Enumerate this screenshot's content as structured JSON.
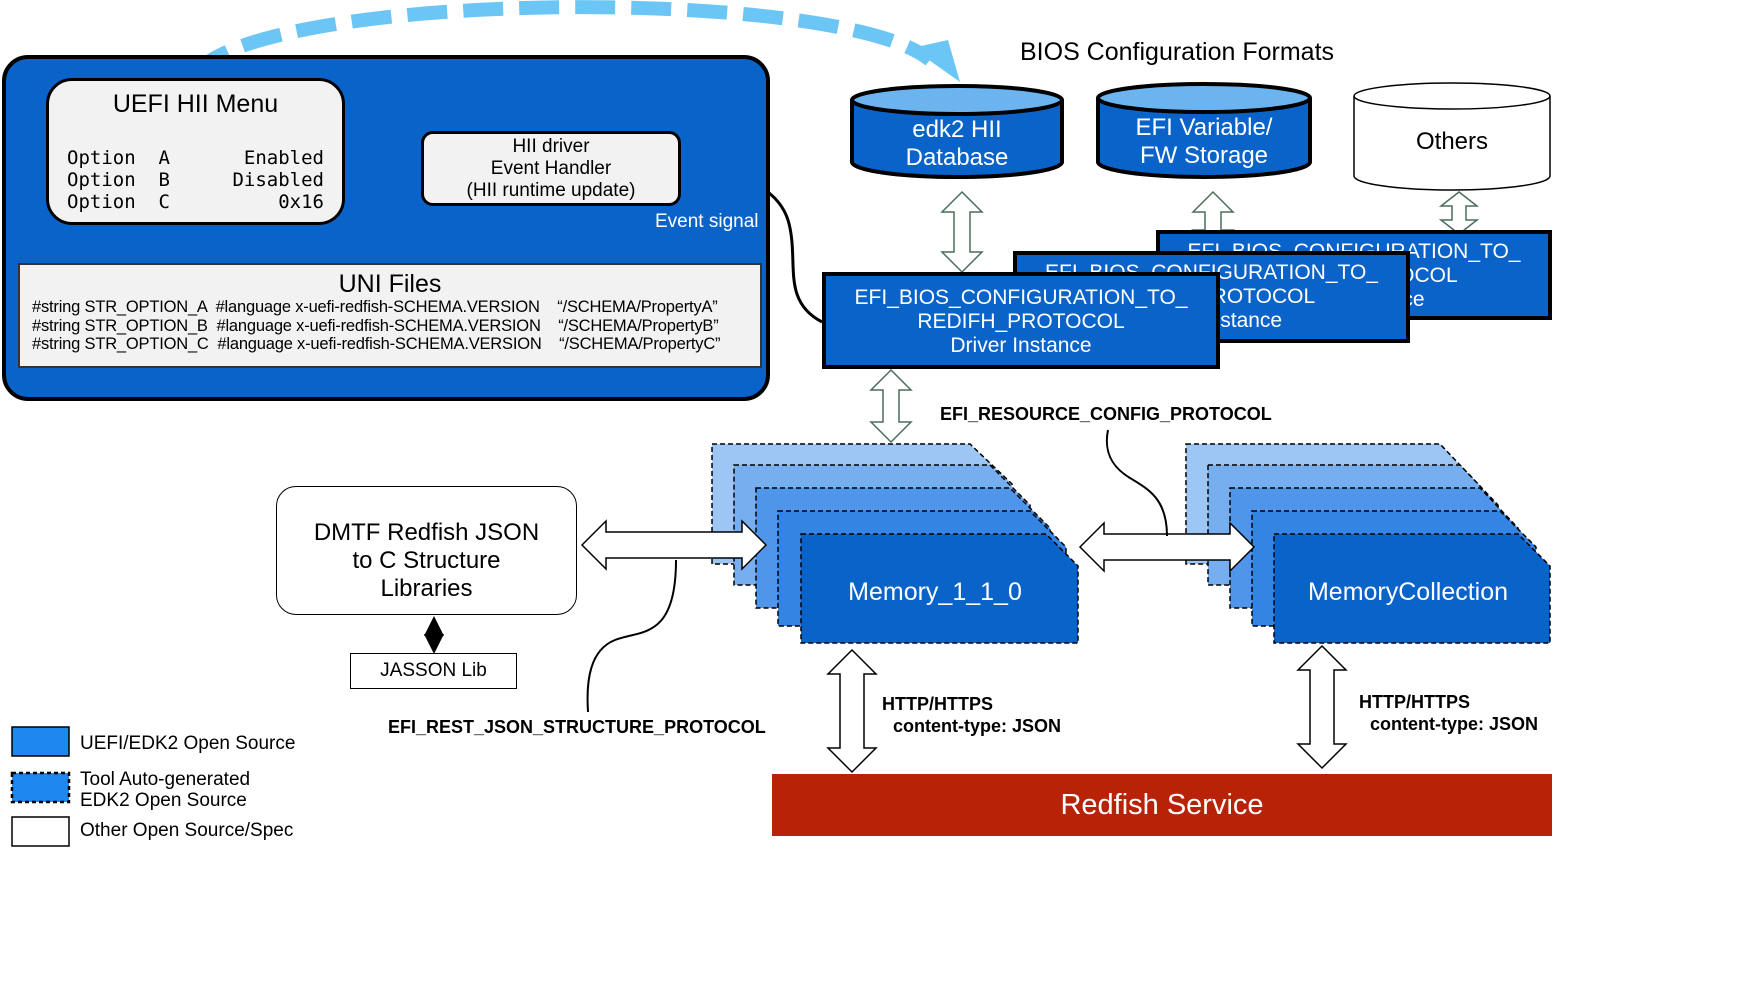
{
  "uefi": {
    "hii_menu": {
      "title": "UEFI HII Menu",
      "options": [
        {
          "name": "Option  A",
          "value": "Enabled"
        },
        {
          "name": "Option  B",
          "value": "Disabled"
        },
        {
          "name": "Option  C",
          "value": "0x16"
        }
      ]
    },
    "hii_driver": [
      "HII driver",
      "Event Handler",
      "(HII runtime update)"
    ],
    "event_signal": "Event signal",
    "uni_files": {
      "title": "UNI Files",
      "lines": [
        "#string STR_OPTION_A  #language x-uefi-redfish-SCHEMA.VERSION    “/SCHEMA/PropertyA”",
        "#string STR_OPTION_B  #language x-uefi-redfish-SCHEMA.VERSION    “/SCHEMA/PropertyB”",
        "#string STR_OPTION_C  #language x-uefi-redfish-SCHEMA.VERSION    “/SCHEMA/PropertyC”"
      ]
    }
  },
  "bios_formats": {
    "title": "BIOS Configuration Formats",
    "stores": [
      {
        "lines": [
          "edk2 HII",
          "Database"
        ]
      },
      {
        "lines": [
          "EFI Variable/",
          "FW Storage"
        ]
      },
      {
        "lines": [
          "Others"
        ]
      }
    ]
  },
  "driver_instances": {
    "front": [
      "EFI_BIOS_CONFIGURATION_TO_",
      "REDIFH_PROTOCOL",
      "Driver Instance"
    ],
    "middle": [
      "EFI_BIOS_CONFIGURATION_TO_",
      "REDIFH_PROTOCOL",
      "Driver Instance"
    ],
    "back": [
      "EFI_BIOS_CONFIGURATION_TO_",
      "REDIFH_PROTOCOL",
      "Driver Instance"
    ]
  },
  "protocols": {
    "resource_config": "EFI_RESOURCE_CONFIG_PROTOCOL",
    "rest_json": "EFI_REST_JSON_STRUCTURE_PROTOCOL"
  },
  "dmtf": [
    "DMTF Redfish JSON",
    "to C Structure",
    "Libraries"
  ],
  "jasson": "JASSON Lib",
  "stacks": {
    "memory": "Memory_1_1_0",
    "collection": "MemoryCollection"
  },
  "http": {
    "line1": "HTTP/HTTPS",
    "line2": "content-type: JSON"
  },
  "redfish_service": "Redfish Service",
  "legend": [
    {
      "label": "UEFI/EDK2 Open Source"
    },
    {
      "label": "Tool Auto-generated\nEDK2 Open Source"
    },
    {
      "label": "Other Open Source/Spec"
    }
  ],
  "colors": {
    "uefi_blue": "#0a63c9",
    "stack_light": "#9ec6f4",
    "stack_mid": "#3d8be6",
    "legend_blue": "#1e87f0",
    "dashed_arrow": "#6cc6f5",
    "redfish_red": "#b82206"
  }
}
